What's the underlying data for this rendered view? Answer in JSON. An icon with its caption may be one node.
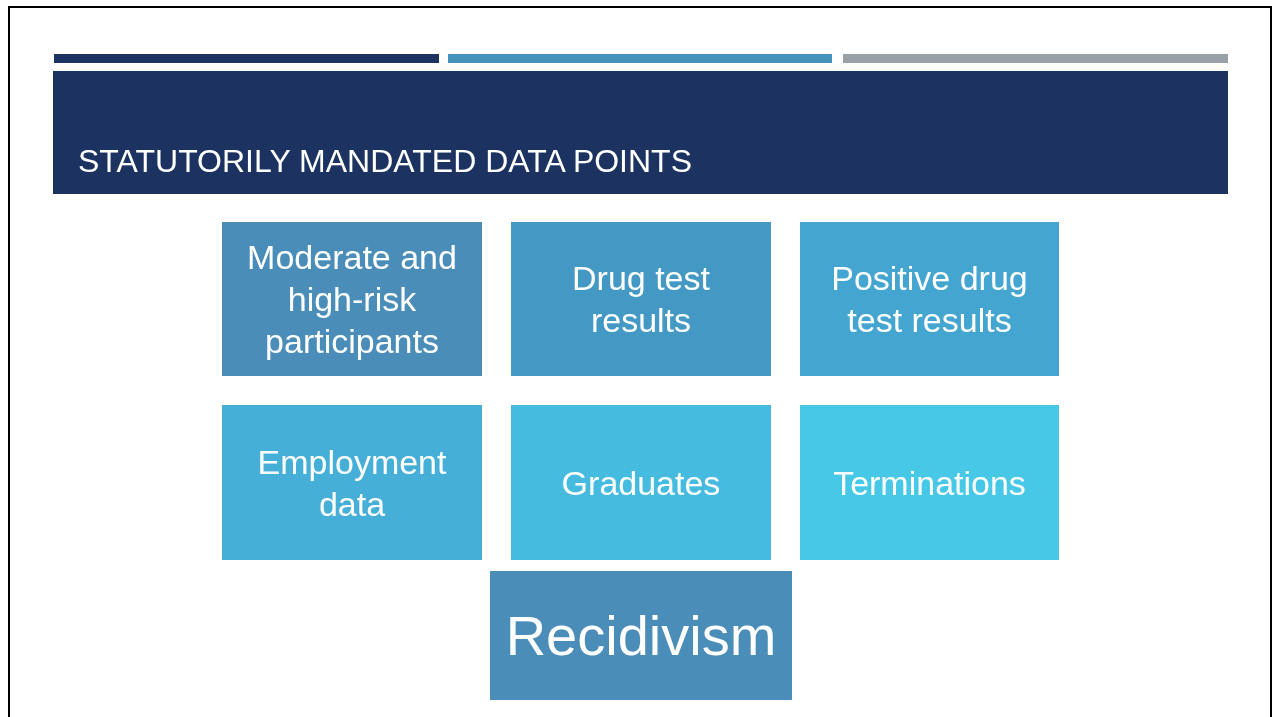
{
  "diagram": {
    "title": "STATUTORILY MANDATED DATA POINTS",
    "nodes": [
      {
        "text": [
          "Moderate and high-risk participants"
        ]
      },
      {
        "text": [
          "Drug test results"
        ]
      },
      {
        "text": [
          "Positive drug test results"
        ]
      },
      {
        "text": [
          "Employment data"
        ]
      },
      {
        "text": [
          "Graduates"
        ]
      },
      {
        "text": [
          "Terminations"
        ]
      },
      {
        "text": [
          "Recidivism"
        ]
      }
    ]
  }
}
